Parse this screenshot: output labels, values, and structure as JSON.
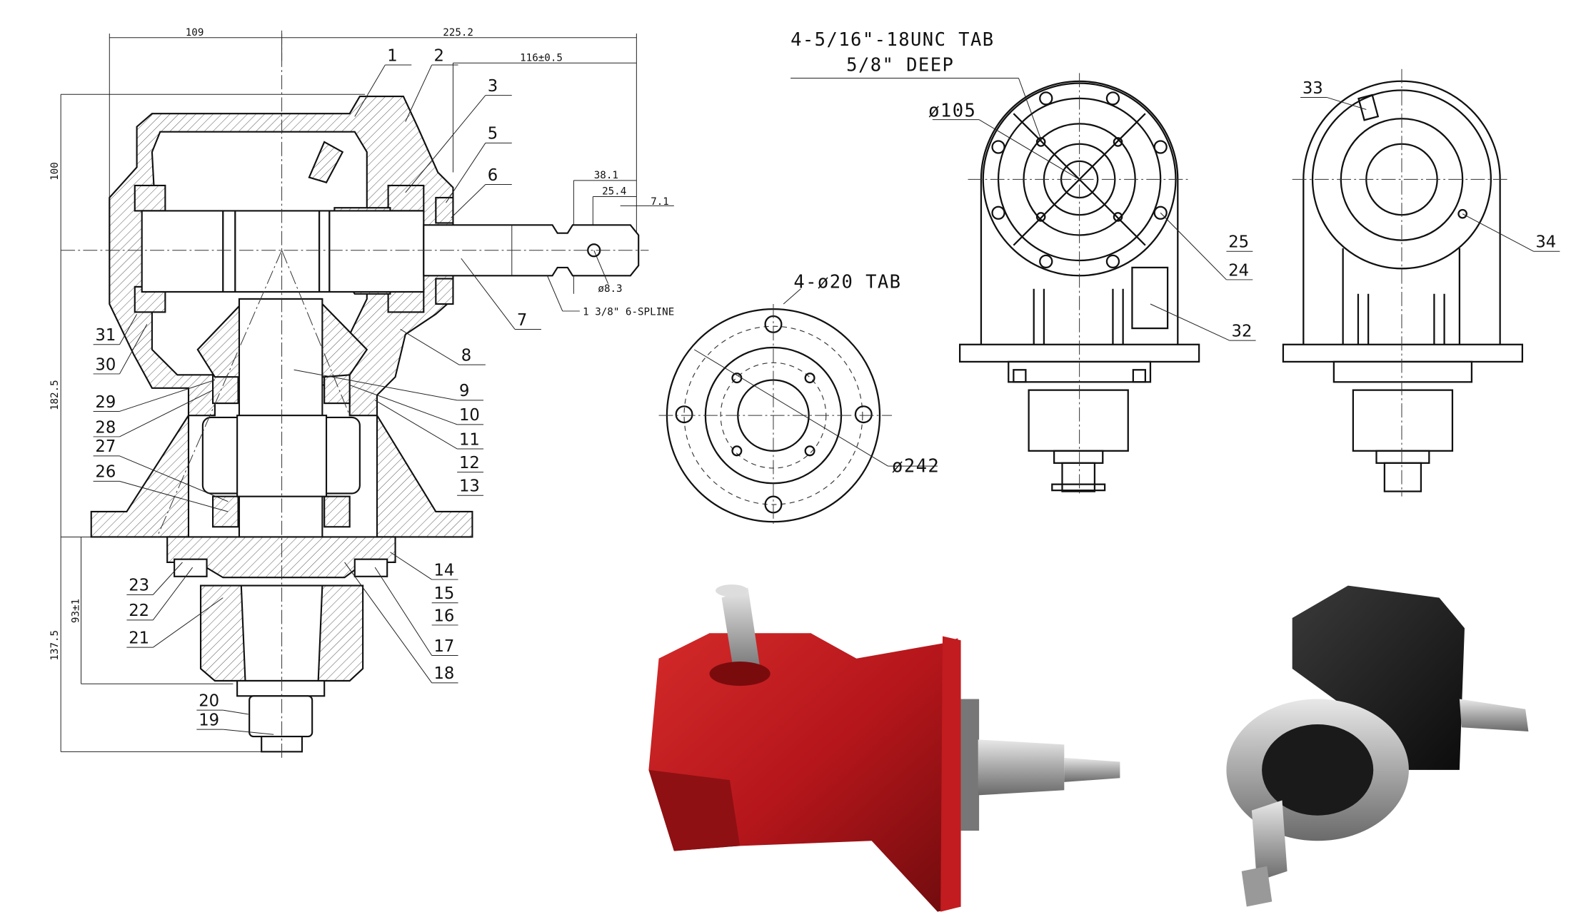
{
  "callouts": [
    "1",
    "2",
    "3",
    "5",
    "6",
    "7",
    "8",
    "9",
    "10",
    "11",
    "12",
    "13",
    "14",
    "15",
    "16",
    "17",
    "18",
    "19",
    "20",
    "21",
    "22",
    "23",
    "26",
    "27",
    "28",
    "29",
    "30",
    "31",
    "24",
    "25",
    "32",
    "33",
    "34"
  ],
  "dimensions": {
    "d109": "109",
    "d225": "225.2",
    "d116": "116±0.5",
    "d100": "100",
    "d182": "182.5",
    "d137": "137.5",
    "d93": "93±1",
    "d38": "38.1",
    "d25": "25.4",
    "d7": "7.1",
    "d8": "ø8.3",
    "spline": "1 3/8\" 6-SPLINE"
  },
  "notes": {
    "tap_line1": "4-5/16\"-18UNC TAB",
    "tap_line2": "5/8\" DEEP",
    "d105": "ø105",
    "holes": "4-ø20 TAB",
    "d242": "ø242"
  },
  "colors": {
    "red_housing": "#b5161b",
    "black_housing": "#1a1a1a",
    "steel": "#b8b8b8"
  }
}
